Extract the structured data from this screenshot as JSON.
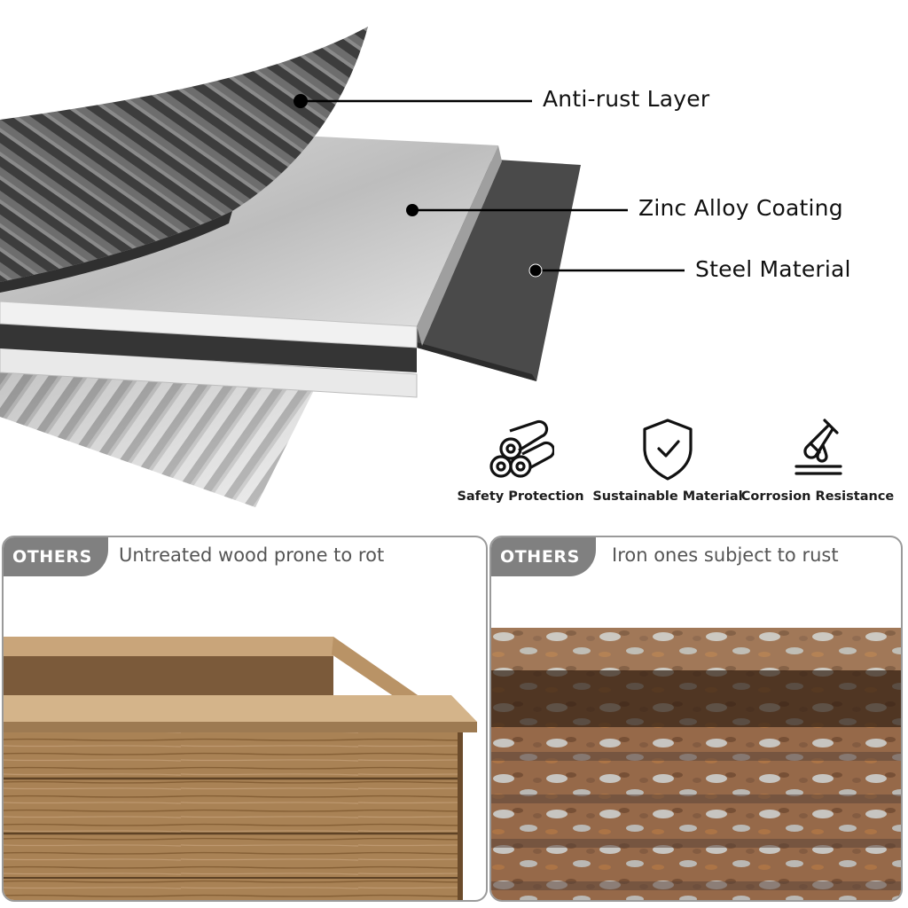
{
  "layers": [
    {
      "label": "Anti-rust Layer"
    },
    {
      "label": "Zinc Alloy Coating"
    },
    {
      "label": "Steel Material"
    }
  ],
  "features": [
    {
      "icon": "logs-icon",
      "label": "Safety Protection"
    },
    {
      "icon": "shield-check-icon",
      "label": "Sustainable Material"
    },
    {
      "icon": "test-tube-drop-icon",
      "label": "Corrosion Resistance"
    }
  ],
  "comparisons": [
    {
      "badge": "OTHERS",
      "title": "Untreated wood prone to rot"
    },
    {
      "badge": "OTHERS",
      "title": "Iron ones subject to rust"
    }
  ],
  "colors": {
    "badge": "#808080",
    "steel": "#4a4a4a",
    "zinc": "#c9c9c9",
    "wood": "#b28a5c",
    "rust": "#9a5a2e"
  }
}
